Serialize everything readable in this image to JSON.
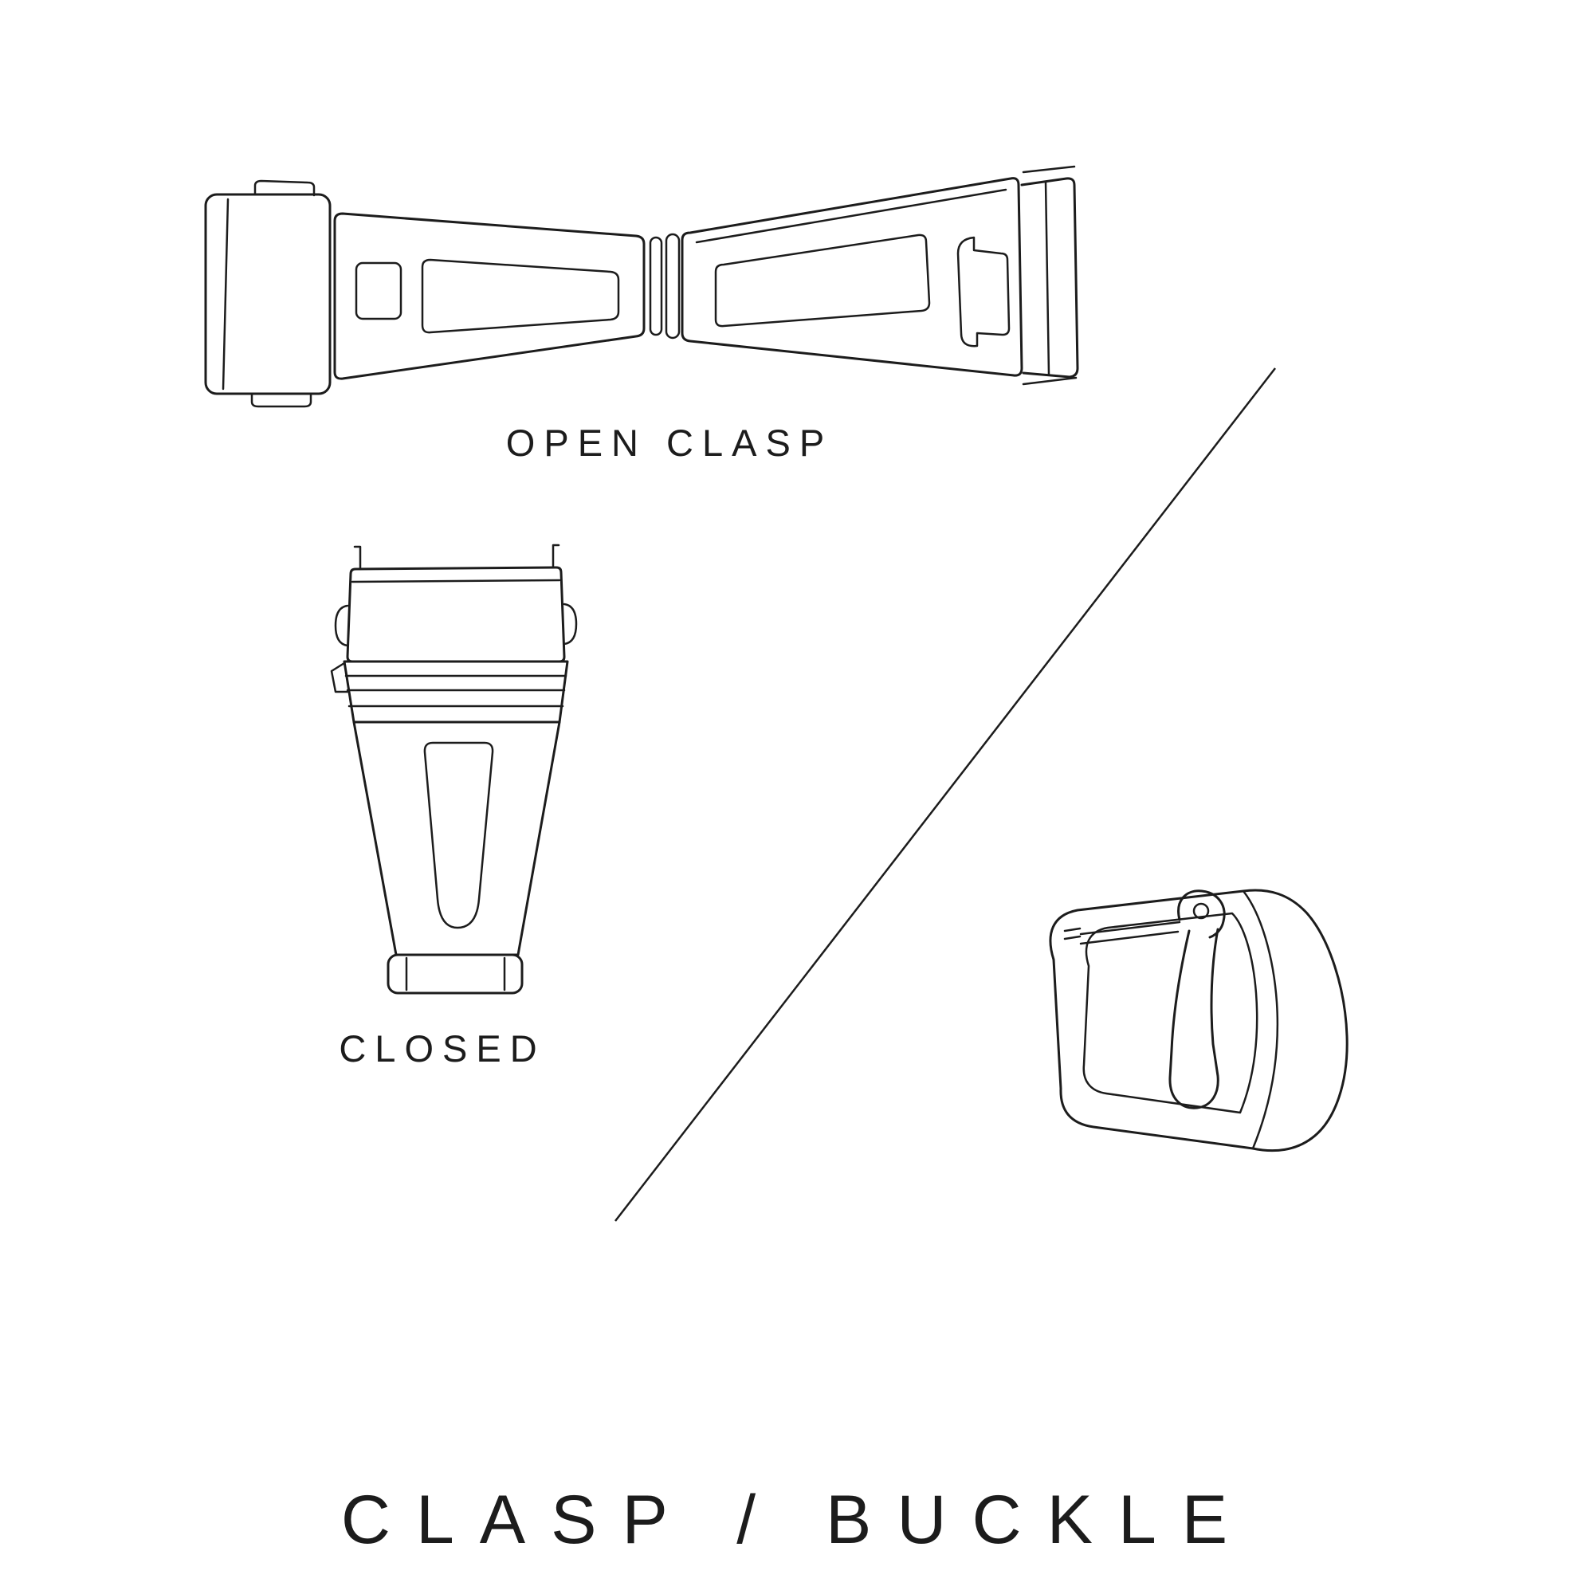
{
  "canvas": {
    "background": "#ffffff",
    "ink": "#1c1c1c"
  },
  "labels": {
    "open_clasp": "OPEN CLASP",
    "closed": "CLOSED",
    "title": "CLASP / BUCKLE"
  }
}
